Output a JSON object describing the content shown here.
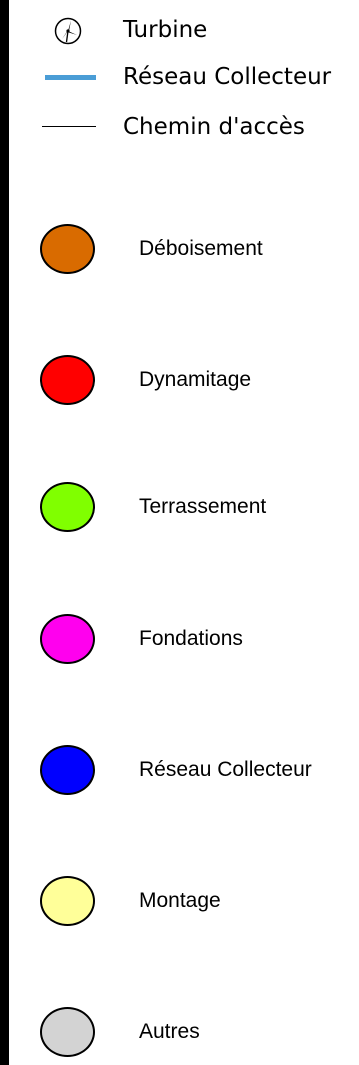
{
  "legend": {
    "turbine": {
      "label": "Turbine",
      "icon": "wind-turbine-icon"
    },
    "collector_network": {
      "label": "Réseau Collecteur",
      "color": "#4a9dd6"
    },
    "access_path": {
      "label": "Chemin d'accès",
      "color": "#000000"
    },
    "categories": [
      {
        "label": "Déboisement",
        "color": "#d96b00"
      },
      {
        "label": "Dynamitage",
        "color": "#ff0000"
      },
      {
        "label": "Terrassement",
        "color": "#80ff00"
      },
      {
        "label": "Fondations",
        "color": "#ff00ee"
      },
      {
        "label": "Réseau Collecteur",
        "color": "#0000ff"
      },
      {
        "label": "Montage",
        "color": "#ffff99"
      },
      {
        "label": "Autres",
        "color": "#d3d3d3"
      }
    ]
  }
}
